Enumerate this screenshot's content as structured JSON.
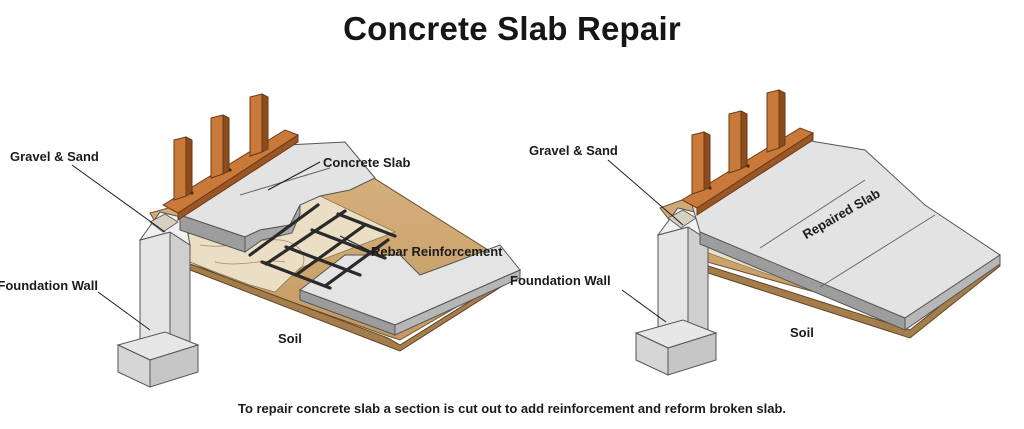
{
  "title": "Concrete Slab Repair",
  "caption": "To repair concrete slab a section is cut out to add reinforcement and reform broken slab.",
  "panels": [
    {
      "labels": {
        "gravel": "Gravel & Sand",
        "slab": "Concrete Slab",
        "rebar": "Rebar Reinforcement",
        "foundation": "Foundation Wall",
        "soil": "Soil"
      }
    },
    {
      "labels": {
        "gravel": "Gravel & Sand",
        "slab": "Repaired Slab",
        "foundation": "Foundation Wall",
        "soil": "Soil"
      }
    }
  ]
}
